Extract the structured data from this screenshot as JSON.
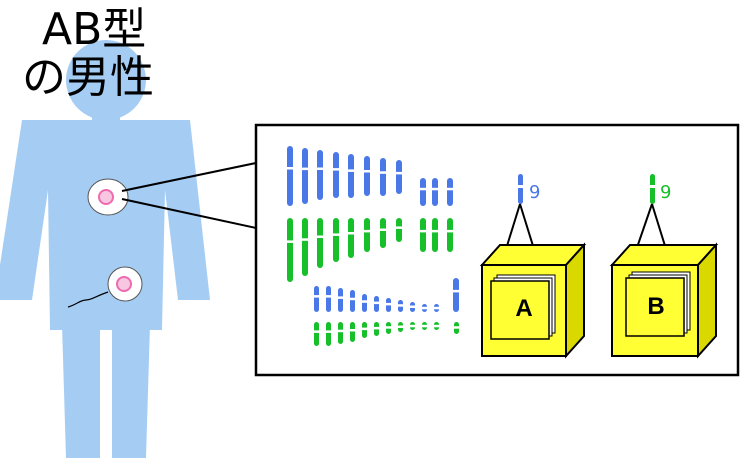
{
  "title": {
    "line1": "AB型",
    "line2": "の男性"
  },
  "chromosome9_labels": {
    "blue": "9",
    "green": "9"
  },
  "gene_boxes": [
    {
      "label": "A"
    },
    {
      "label": "B"
    }
  ],
  "colors": {
    "body": "#a5cdf4",
    "chrom_blue": "#4a78e6",
    "chrom_green": "#17bf2a",
    "box_yellow": "#ffff33",
    "box_side": "#d9d900",
    "nucleus_pink": "#f06ab0"
  }
}
